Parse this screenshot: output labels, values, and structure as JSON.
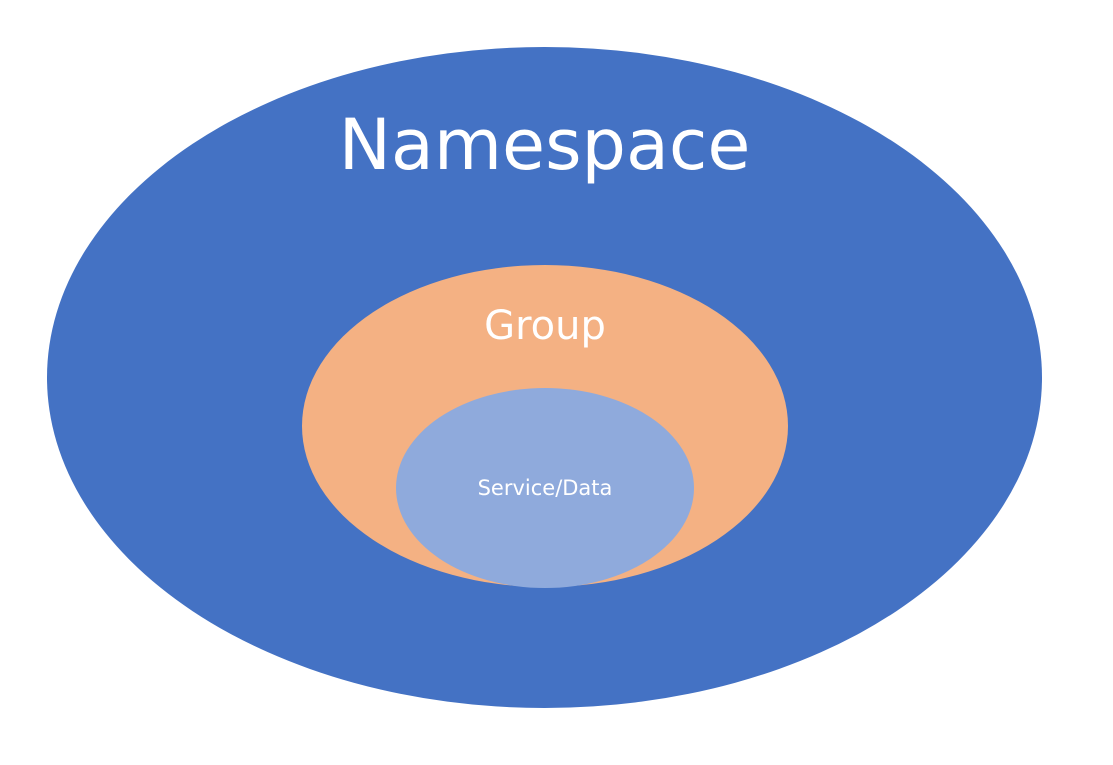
{
  "diagram": {
    "layers": [
      {
        "label": "Namespace",
        "color": "#4472C4"
      },
      {
        "label": "Group",
        "color": "#F4B183"
      },
      {
        "label": "Service/Data",
        "color": "#8FAADC"
      }
    ]
  }
}
